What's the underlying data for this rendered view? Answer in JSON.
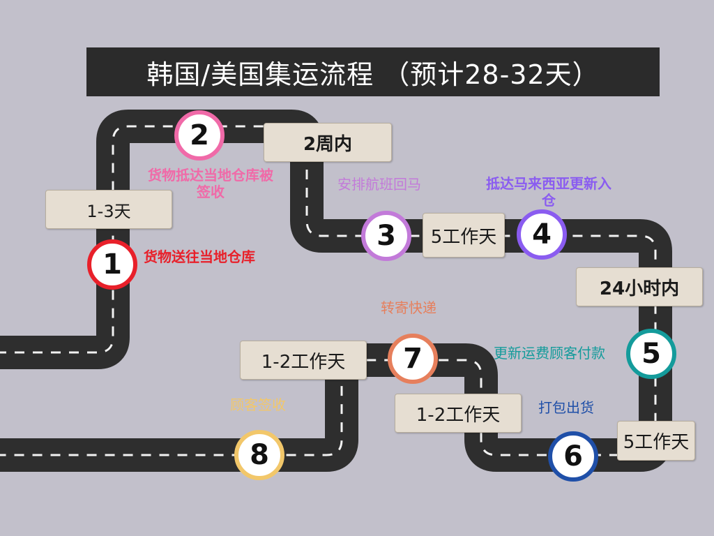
{
  "title": "韩国/美国集运流程 （预计28-32天）",
  "colors": {
    "background": "#c2c0cb",
    "road": "#2e2e2e",
    "road_dash": "#f2f2f2",
    "box": "#e6ded2"
  },
  "steps": [
    {
      "number": "1",
      "label": "货物送往当地仓库",
      "color": "#e8202a"
    },
    {
      "number": "2",
      "label": "货物抵达当地仓库被签收",
      "color": "#f06aa8"
    },
    {
      "number": "3",
      "label": "安排航班回马",
      "color": "#c27ad9"
    },
    {
      "number": "4",
      "label": "抵达马来西亚更新入仓",
      "color": "#8a5cf0"
    },
    {
      "number": "5",
      "label": "更新运费顾客付款",
      "color": "#149b9b"
    },
    {
      "number": "6",
      "label": "打包出货",
      "color": "#1f4fa8"
    },
    {
      "number": "7",
      "label": "转寄快递",
      "color": "#e67f5c"
    },
    {
      "number": "8",
      "label": "顾客签收",
      "color": "#f2c76a"
    }
  ],
  "durations": {
    "d1": "1-3天",
    "d2": "2周内",
    "d3": "5工作天",
    "d4": "24小时内",
    "d5": "5工作天",
    "d6": "1-2工作天",
    "d7": "1-2工作天"
  }
}
